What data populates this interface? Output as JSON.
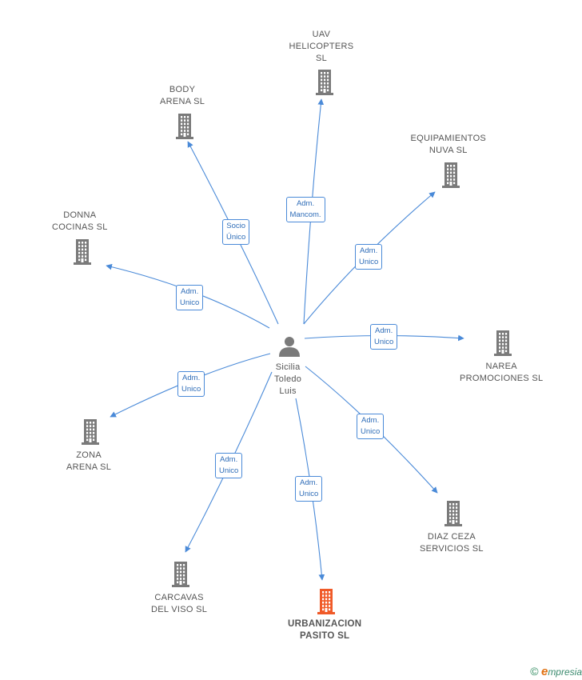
{
  "colors": {
    "edge": "#4a8ad8",
    "building": "#7a7a7a",
    "building_highlight": "#f05a28",
    "person": "#7a7a7a"
  },
  "center": {
    "name": "Sicilia\nToledo\nLuis",
    "icon": "person-icon"
  },
  "nodes": [
    {
      "id": "uav",
      "name": "UAV\nHELICOPTERS\nSL",
      "icon": "building-icon",
      "highlight": false
    },
    {
      "id": "body",
      "name": "BODY\nARENA  SL",
      "icon": "building-icon",
      "highlight": false
    },
    {
      "id": "equip",
      "name": "EQUIPAMIENTOS\nNUVA SL",
      "icon": "building-icon",
      "highlight": false
    },
    {
      "id": "donna",
      "name": "DONNA\nCOCINAS SL",
      "icon": "building-icon",
      "highlight": false
    },
    {
      "id": "narea",
      "name": "NAREA\nPROMOCIONES SL",
      "icon": "building-icon",
      "highlight": false
    },
    {
      "id": "zona",
      "name": "ZONA\nARENA SL",
      "icon": "building-icon",
      "highlight": false
    },
    {
      "id": "diaz",
      "name": "DIAZ CEZA\nSERVICIOS SL",
      "icon": "building-icon",
      "highlight": false
    },
    {
      "id": "carcavas",
      "name": "CARCAVAS\nDEL VISO SL",
      "icon": "building-icon",
      "highlight": false
    },
    {
      "id": "urban",
      "name": "URBANIZACION\nPASITO SL",
      "icon": "building-icon",
      "highlight": true
    }
  ],
  "edges": [
    {
      "to": "uav",
      "label": "Adm.\nMancom."
    },
    {
      "to": "body",
      "label": "Socio\nÚnico"
    },
    {
      "to": "equip",
      "label": "Adm.\nUnico"
    },
    {
      "to": "donna",
      "label": "Adm.\nUnico"
    },
    {
      "to": "narea",
      "label": "Adm.\nUnico"
    },
    {
      "to": "zona",
      "label": "Adm.\nUnico"
    },
    {
      "to": "diaz",
      "label": "Adm.\nUnico"
    },
    {
      "to": "carcavas",
      "label": "Adm.\nUnico"
    },
    {
      "to": "urban",
      "label": "Adm.\nUnico"
    }
  ],
  "footer": {
    "copyright": "©",
    "brand_initial": "e",
    "brand_rest": "mpresia"
  }
}
